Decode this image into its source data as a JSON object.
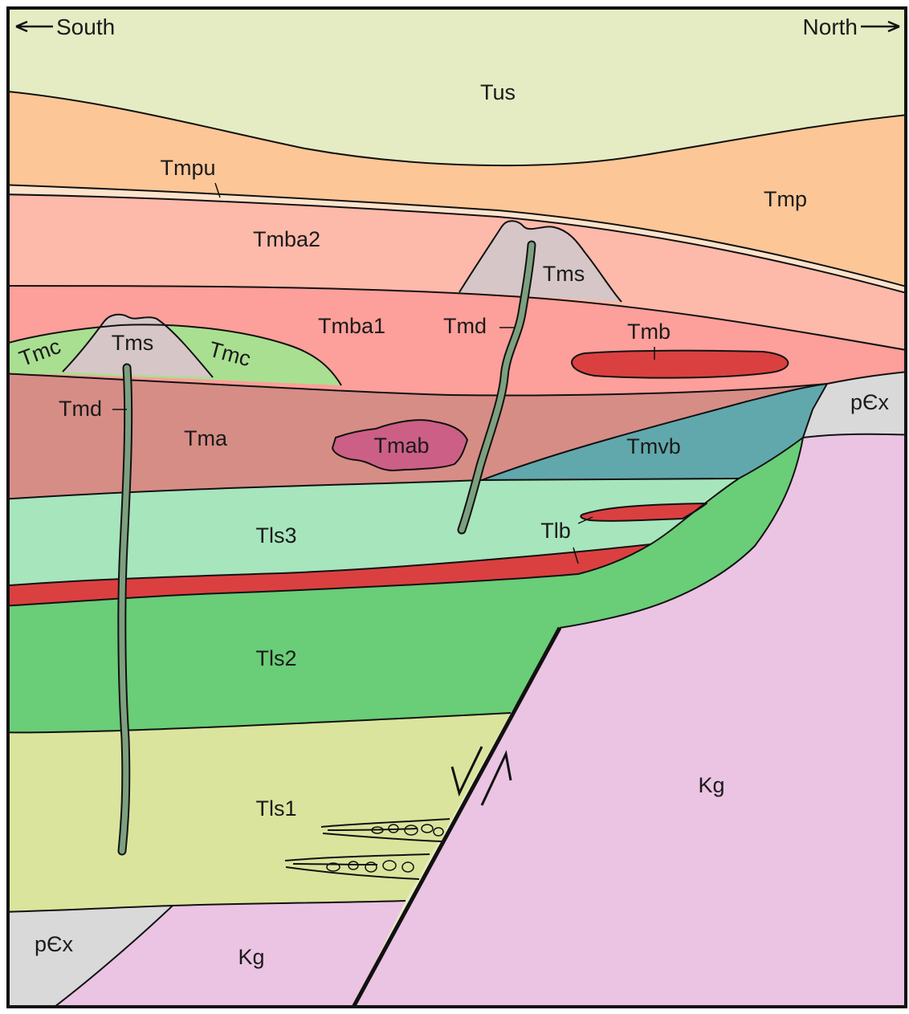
{
  "directions": {
    "south": "South",
    "north": "North"
  },
  "units": {
    "Tus": "Tus",
    "Tmp": "Tmp",
    "Tmpu": "Tmpu",
    "Tmba2": "Tmba2",
    "Tmba1": "Tmba1",
    "Tms": "Tms",
    "Tmc": "Tmc",
    "Tmd": "Tmd",
    "Tmb": "Tmb",
    "Tma": "Tma",
    "Tmab": "Tmab",
    "Tmvb": "Tmvb",
    "pEx": "pЄx",
    "Tls3": "Tls3",
    "Tlb": "Tlb",
    "Tls2": "Tls2",
    "Tls1": "Tls1",
    "Kg": "Kg"
  },
  "colors": {
    "Tus": "#e5ecc3",
    "Tmp": "#fdc697",
    "Tmpu": "#fde3cc",
    "Tmba2": "#fdb9aa",
    "Tmba1": "#fd9f9a",
    "Tms": "#d6c6c8",
    "Tmc": "#a9df91",
    "Tmd": "#7da07f",
    "Tmb": "#db4040",
    "Tma": "#d68d86",
    "Tmab": "#cc5f85",
    "Tmvb": "#61a8ad",
    "pEx": "#d9d9d9",
    "Tls3": "#a7e5bd",
    "Tls2": "#6acd77",
    "Tls1": "#dbe49d",
    "Kg": "#ebc3e3"
  }
}
